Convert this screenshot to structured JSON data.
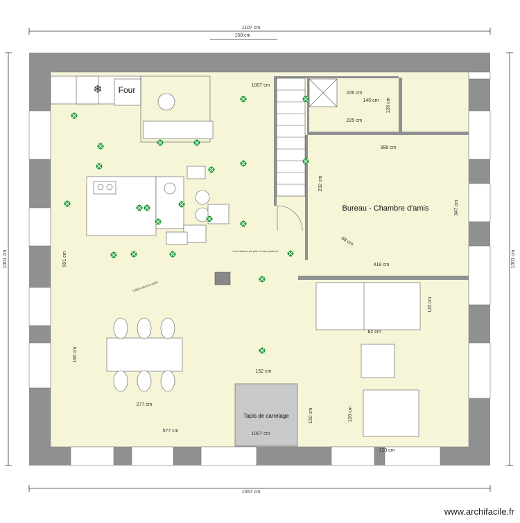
{
  "plan": {
    "colors": {
      "floor": "#f6f5d8",
      "wall": "#8f9091",
      "dimension": "#333333",
      "heater": "#1f9d3a",
      "rug": "#c9c9c9",
      "furniture": "#ffffff"
    },
    "outer_dimensions": {
      "top_total": "1107 cm",
      "top_partial": "150 cm",
      "bottom_total": "1057 cm",
      "left_height": "1001 cm",
      "right_height": "1001 cm"
    },
    "rooms": {
      "office_label": "Bureau - Chambre d'amis",
      "oven_label": "Four",
      "rug_label": "Tapis de carrelage",
      "office_width": "388 cm",
      "office_area": "418 cm",
      "wall_inner_top": "1007 cm",
      "wall_inner_bottom": "1007 cm",
      "inner_left": "901 cm",
      "inner_width_bottom": "577 cm",
      "table_width": "277 cm",
      "table_height": "180 cm",
      "rug_width": "152 cm",
      "rug_height": "150 cm",
      "office_height": "347 cm",
      "stair_width": "232 cm",
      "shower_w": "226 cm",
      "shower_w2": "225 cm",
      "shower_h": "128 cm",
      "shower_145": "145 cm",
      "partition_88": "88 cm",
      "sofa_120": "120 cm",
      "pouf_82": "82 cm",
      "chair_120": "120 cm",
      "bottom_120": "120 cm"
    },
    "notes": {
      "cable_dalle": "Câble dans la dalle",
      "tv_wall": "Vers tableau via piller et faux plafond"
    },
    "watermark": "www.archifacile.fr"
  }
}
